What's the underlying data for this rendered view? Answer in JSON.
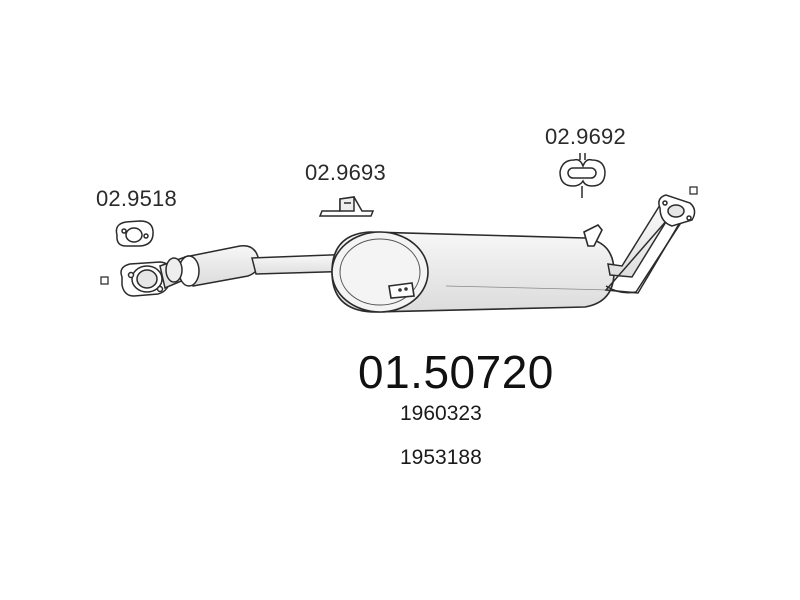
{
  "parts": {
    "gasket": {
      "ref": "02.9518",
      "icon": "flange-gasket-icon"
    },
    "bracket": {
      "ref": "02.9693",
      "icon": "mounting-bracket-icon"
    },
    "hanger": {
      "ref": "02.9692",
      "icon": "rubber-hanger-icon"
    }
  },
  "product": {
    "code": "01.50720",
    "oe_numbers": [
      "1960323",
      "1953188"
    ]
  },
  "colors": {
    "line": "#2b2b2b",
    "fill": "#f2f2f2",
    "text": "#1a1a1a",
    "background": "#ffffff"
  }
}
